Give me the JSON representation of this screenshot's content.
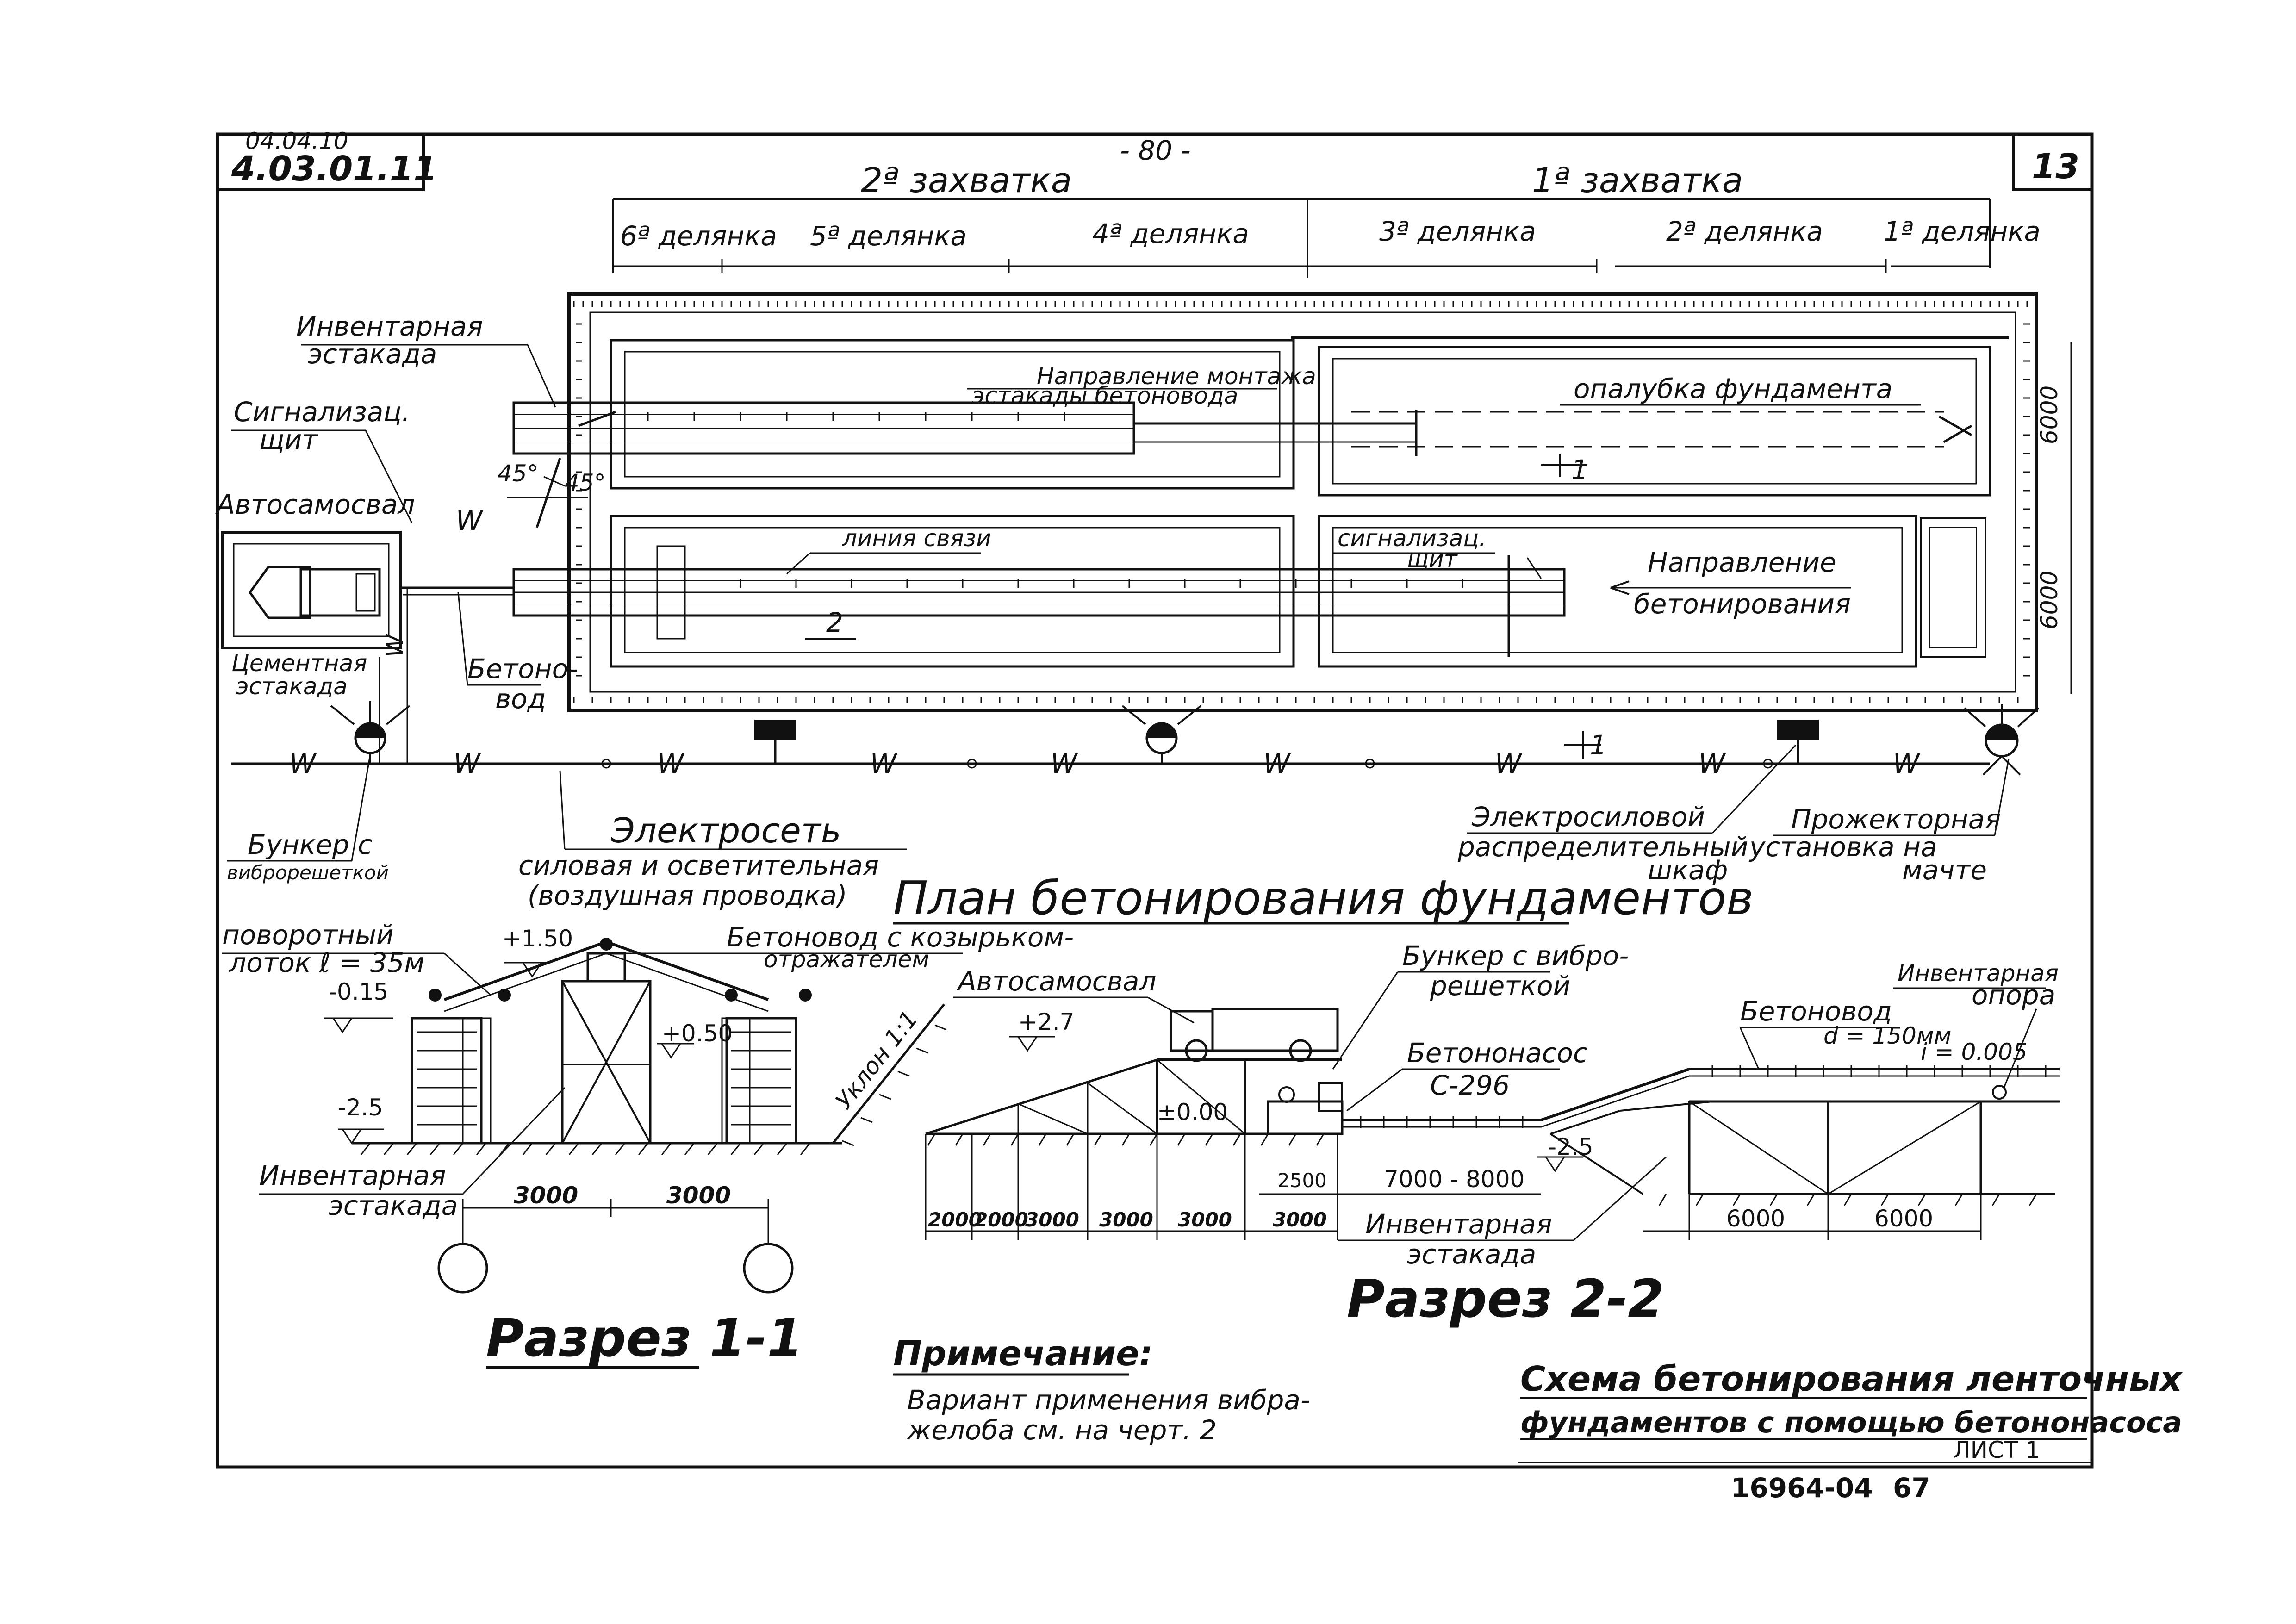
{
  "sheet": {
    "code_small": "04.04.10",
    "code": "4.03.01.11",
    "page_number": "- 80 -",
    "album_number": "13",
    "list_label": "ЛИСТ 1",
    "doc_number": "16964-04",
    "doc_page": "67"
  },
  "stages": {
    "stage2": "2ª захватка",
    "stage1": "1ª захватка",
    "plots": [
      "6ª делянка",
      "5ª делянка",
      "4ª делянка",
      "3ª делянка",
      "2ª делянка",
      "1ª делянка"
    ]
  },
  "plan": {
    "title": "План бетонирования фундаментов",
    "inventory_overpass": [
      "Инвентарная",
      "эстакада"
    ],
    "signal_shield_left": [
      "Сигнализац.",
      "щит"
    ],
    "dump_truck": "Автосамосвал",
    "mounting_direction": [
      "Направление монтажа",
      "эстакады бетоновода"
    ],
    "formwork": "опалубка фундамента",
    "comm_line": "линия связи",
    "signal_shield_right": [
      "сигнализац.",
      "щит"
    ],
    "concreting_direction": [
      "Направление",
      "бетонирования"
    ],
    "cement_overpass": [
      "Цементная",
      "эстакада"
    ],
    "concrete_pipe": [
      "Бетоно-",
      "вод"
    ],
    "bunker": [
      "Бункер с",
      "виброрешеткой"
    ],
    "power_network": [
      "Электросеть",
      "силовая и осветительная",
      "(воздушная проводка)"
    ],
    "power_cabinet": [
      "Электросиловой",
      "распределительный",
      "шкаф"
    ],
    "floodlight": [
      "Прожекторная",
      "установка на",
      "мачте"
    ],
    "dims_right": [
      "6000",
      "6000"
    ],
    "section_11_label": "1",
    "section_22_label": "2",
    "angle": "45°",
    "wire_mark": "W"
  },
  "section11": {
    "title": "Разрез 1-1",
    "rotary_tray": [
      "поворотный",
      "лоток ℓ = 35м"
    ],
    "elev_top": "+1.50",
    "elev_tray": "-0.15",
    "elev_mid": "+0.50",
    "elev_bottom": "-2.5",
    "pipe_visor": [
      "Бетоновод с козырьком-",
      "отражателем"
    ],
    "slope": "Уклон 1:1",
    "overpass": [
      "Инвентарная",
      "эстакада"
    ],
    "dims": [
      "3000",
      "3000"
    ]
  },
  "section22": {
    "title": "Разрез 2-2",
    "truck": "Автосамосвал",
    "elev_truck": "+2.7",
    "elev_zero": "±0.00",
    "elev_pit": "-2.5",
    "bunker": [
      "Бункер с вибро-",
      "решеткой"
    ],
    "pump": [
      "Бетононасос",
      "С-296"
    ],
    "pipe": [
      "Бетоновод",
      "d = 150мм",
      "i = 0.005"
    ],
    "support": [
      "Инвентарная",
      "опора"
    ],
    "overpass": [
      "Инвентарная",
      "эстакада"
    ],
    "dims_left": [
      "2000",
      "2000",
      "3000",
      "3000",
      "3000"
    ],
    "dims_mid": [
      "2500",
      "7000 - 8000",
      "3000"
    ],
    "dims_right": [
      "6000",
      "6000"
    ]
  },
  "note": {
    "title": "Примечание:",
    "lines": [
      "Вариант применения вибра-",
      "желоба см. на черт. 2"
    ]
  },
  "scheme_title": [
    "Схема бетонирования ленточных",
    "фундаментов с помощью бетононасоса"
  ]
}
